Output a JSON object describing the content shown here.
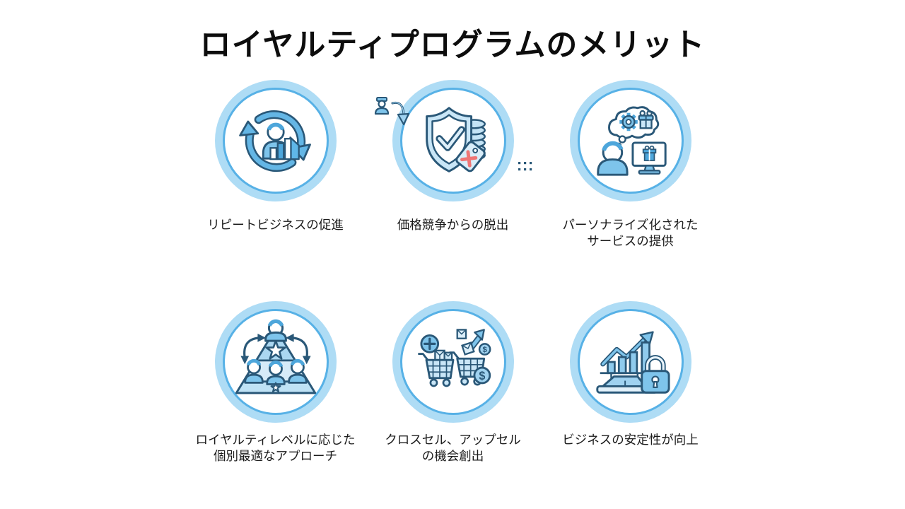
{
  "slide": {
    "title": "ロイヤルティプログラムのメリット"
  },
  "colors": {
    "background": "#FFFFFF",
    "title_text": "#0D0D0D",
    "caption_text": "#1B1B1B",
    "badge_ring": "#AEDCF5",
    "badge_ring_line": "#57B1E6",
    "icon_outline": "#2A5878",
    "icon_fill_light": "#C9E6F7",
    "icon_fill_mid": "#7EC4EB",
    "icon_fill_strong": "#4DA6DB",
    "error_red": "#F07575"
  },
  "icons": {
    "currency_symbol": "$"
  },
  "benefits": [
    {
      "icon": "repeat-business-icon",
      "lines": [
        "リピートビジネスの促進"
      ]
    },
    {
      "icon": "price-competition-escape-icon",
      "lines": [
        "価格競争からの脱出"
      ]
    },
    {
      "icon": "personalized-service-icon",
      "lines": [
        "パーソナライズ化された",
        "サービスの提供"
      ]
    },
    {
      "icon": "loyalty-pyramid-icon",
      "lines": [
        "ロイヤルティレベルに応じた",
        "個別最適なアプローチ"
      ]
    },
    {
      "icon": "cross-sell-upsell-icon",
      "lines": [
        "クロスセル、アップセル",
        "の機会創出"
      ]
    },
    {
      "icon": "business-stability-icon",
      "lines": [
        "ビジネスの安定性が向上"
      ]
    }
  ]
}
